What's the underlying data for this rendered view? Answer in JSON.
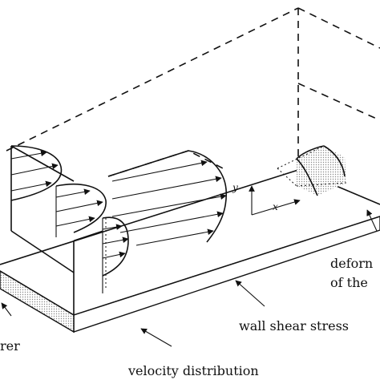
{
  "labels": {
    "velocity_distribution": "velocity distribution",
    "wall_shear_stress": "wall shear stress",
    "deformation_line1": "deforn",
    "deformation_line2": "of the",
    "layer_fragment": "rer",
    "axis_x": "x",
    "axis_y": "y"
  },
  "colors": {
    "ink": "#111111",
    "hatch": "#9a9a9a",
    "background": "#ffffff"
  }
}
